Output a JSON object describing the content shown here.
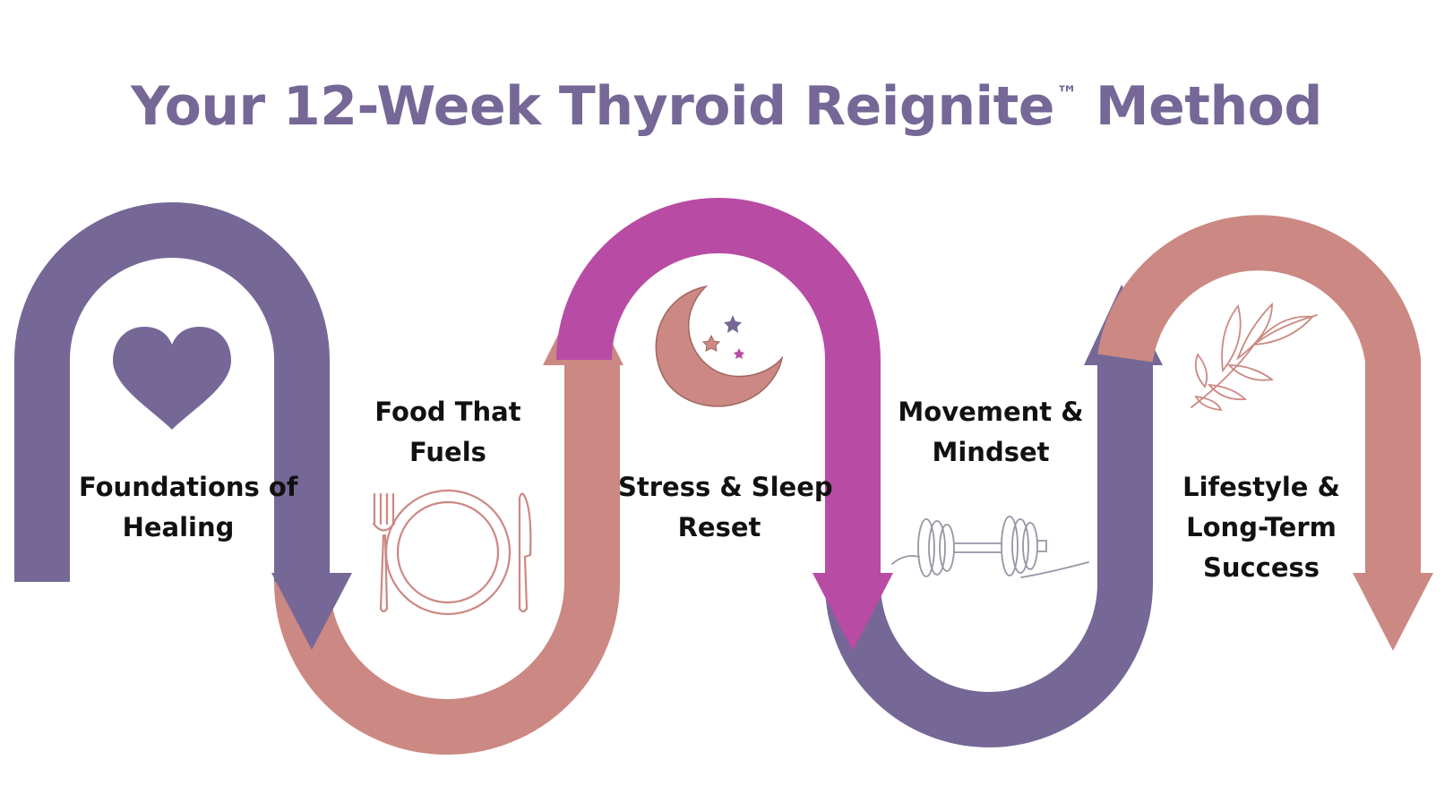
{
  "title": {
    "text": "Your 12-Week Thyroid Reignite",
    "trademark": "™",
    "suffix": " Method"
  },
  "colors": {
    "title": "#756897",
    "purple": "#756897",
    "salmon": "#CC8882",
    "magenta": "#B84CA4",
    "icon_purple": "#756897",
    "icon_line": "#CC8882"
  },
  "steps": [
    {
      "lines": [
        "Foundations of",
        "Healing"
      ],
      "icon": "heart-icon"
    },
    {
      "lines": [
        "Food That",
        "Fuels"
      ],
      "icon": "plate-cutlery-icon"
    },
    {
      "lines": [
        "Stress & Sleep",
        "Reset"
      ],
      "icon": "moon-stars-icon"
    },
    {
      "lines": [
        "Movement &",
        "Mindset"
      ],
      "icon": "dumbbell-icon"
    },
    {
      "lines": [
        "Lifestyle &",
        "Long-Term",
        "Success"
      ],
      "icon": "leaf-branch-icon"
    }
  ]
}
